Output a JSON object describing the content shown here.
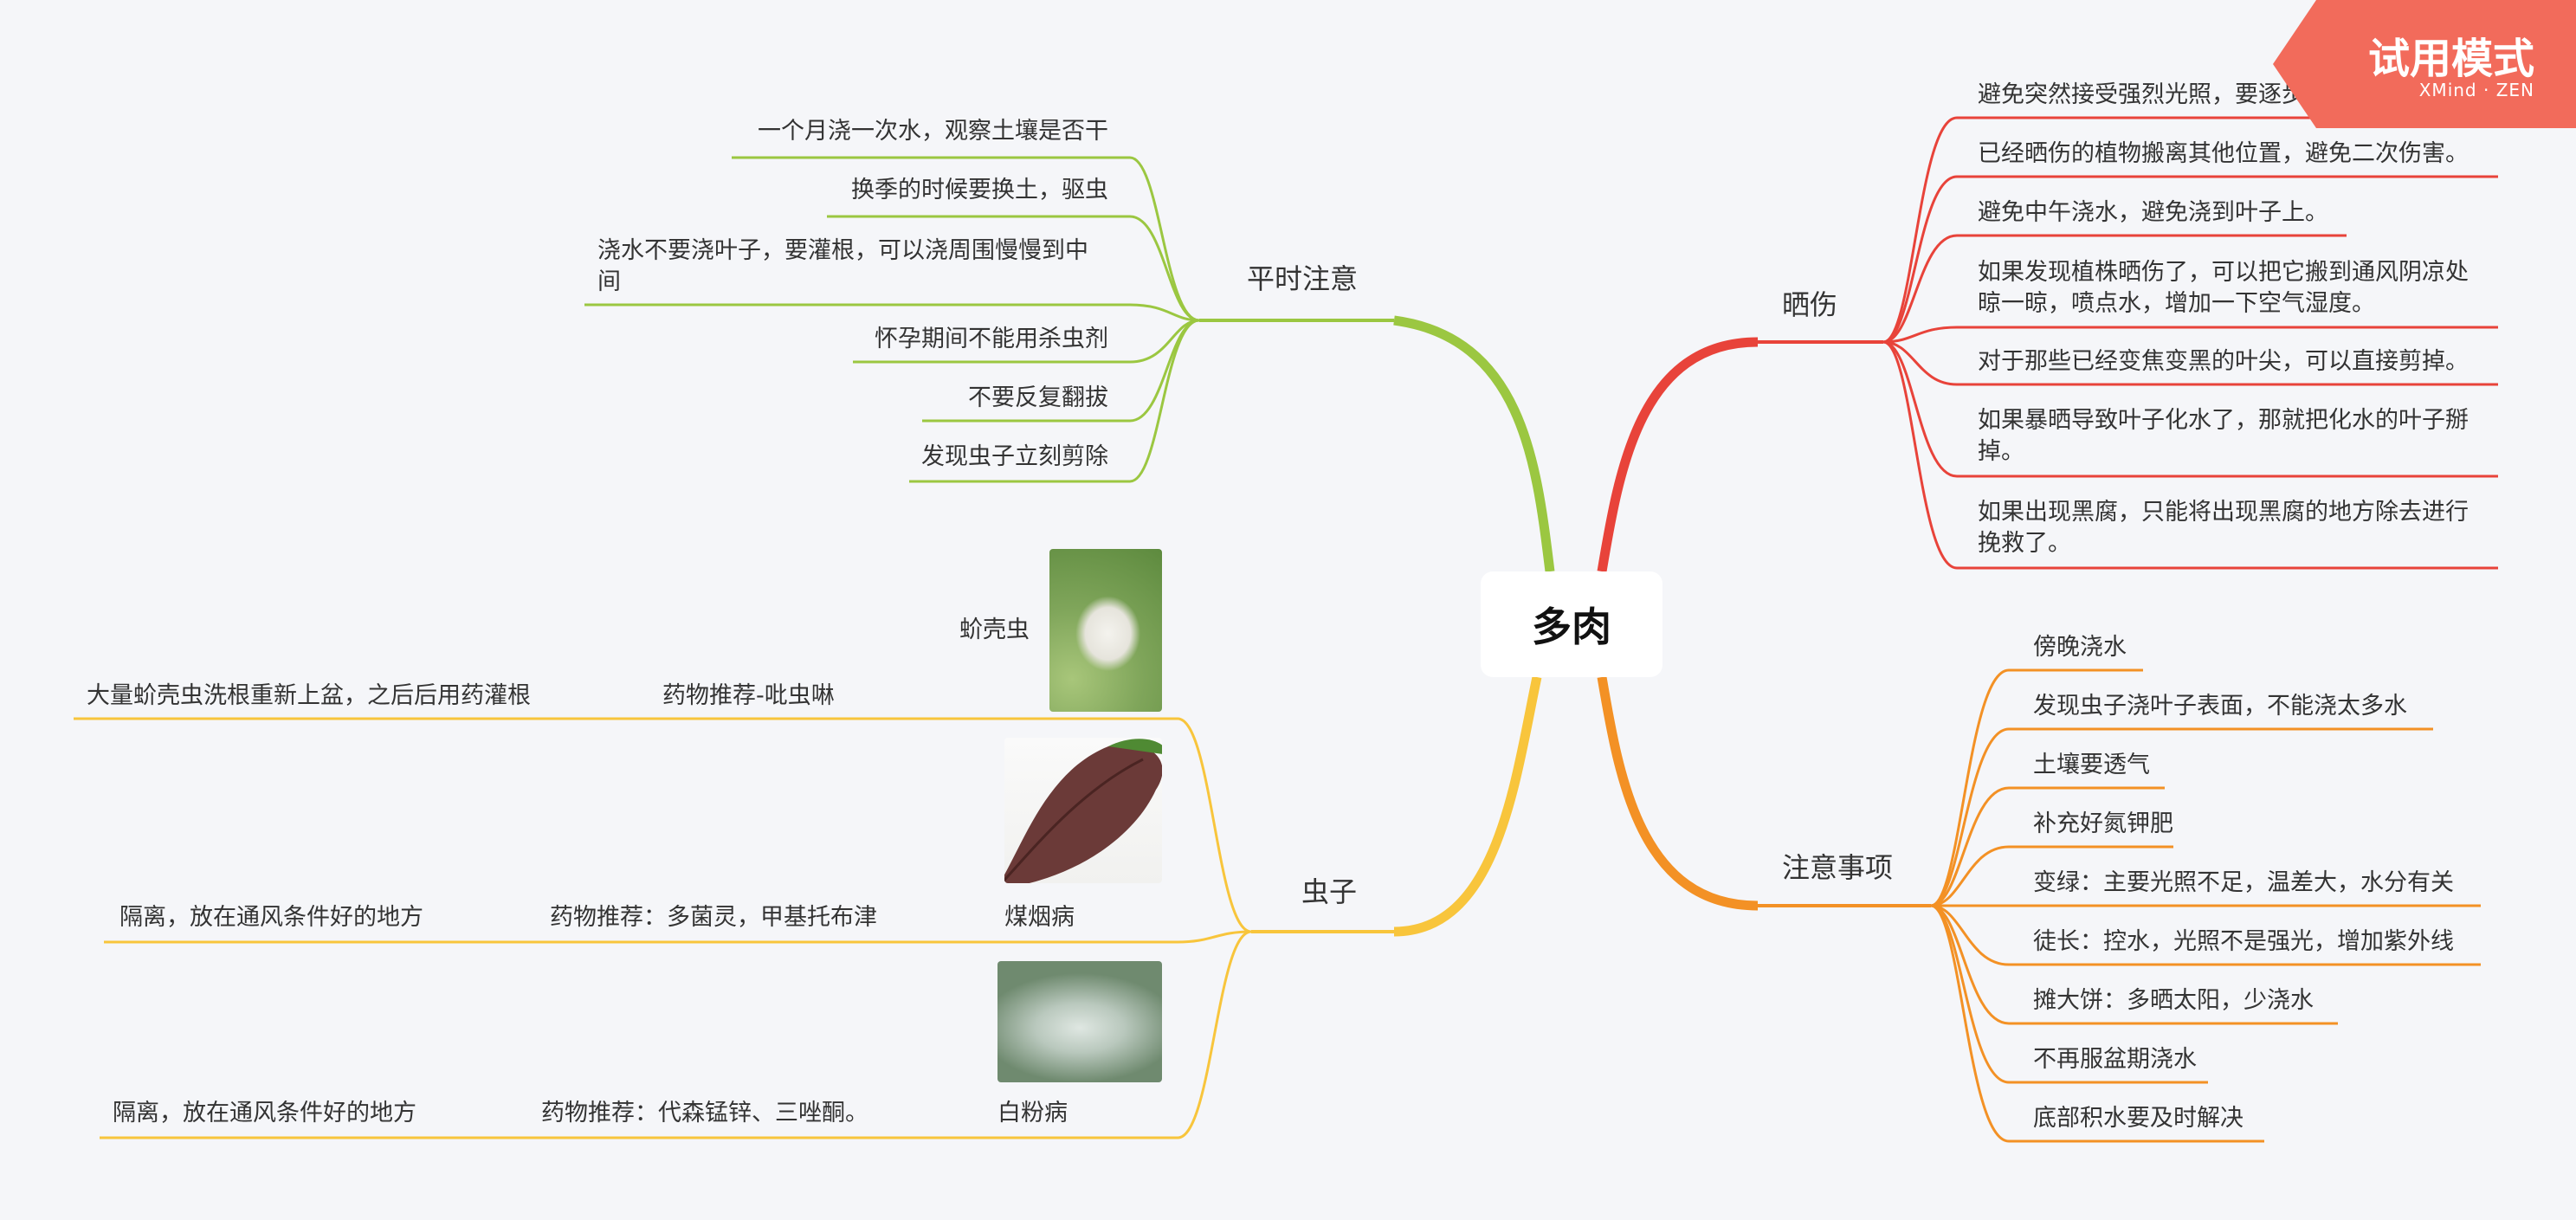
{
  "center": "多肉",
  "colors": {
    "branch_daily": "#9bc741",
    "branch_sunburn": "#e8433a",
    "branch_notes": "#f39125",
    "branch_bugs": "#f8c53c",
    "watermark": "#f26b5b"
  },
  "branches": {
    "daily": {
      "label": "平时注意",
      "items": [
        "一个月浇一次水，观察土壤是否干",
        "换季的时候要换土，驱虫",
        "浇水不要浇叶子，要灌根，可以浇周围慢慢到中",
        "间",
        "怀孕期间不能用杀虫剂",
        "不要反复翻拔",
        "发现虫子立刻剪除"
      ]
    },
    "sunburn": {
      "label": "晒伤",
      "items": [
        "避免突然接受强烈光照，要逐步增加光照",
        "已经晒伤的植物搬离其他位置，避免二次伤害。",
        "避免中午浇水，避免浇到叶子上。",
        "如果发现植株晒伤了，可以把它搬到通风阴凉处",
        "晾一晾，喷点水，增加一下空气湿度。",
        "对于那些已经变焦变黑的叶尖，可以直接剪掉。",
        "如果暴晒导致叶子化水了，那就把化水的叶子掰",
        "掉。",
        "如果出现黑腐，只能将出现黑腐的地方除去进行",
        "挽救了。"
      ]
    },
    "notes": {
      "label": "注意事项",
      "items": [
        "傍晚浇水",
        "发现虫子浇叶子表面，不能浇太多水",
        "土壤要透气",
        "补充好氮钾肥",
        "变绿：主要光照不足，温差大，水分有关",
        "徒长：控水，光照不是强光，增加紫外线",
        "摊大饼：多晒太阳，少浇水",
        "不再服盆期浇水",
        "底部积水要及时解决"
      ]
    },
    "bugs": {
      "label": "虫子",
      "items": [
        {
          "name": "蚧壳虫",
          "medicine": "药物推荐-吡虫啉",
          "action": "大量蚧壳虫洗根重新上盆，之后后用药灌根"
        },
        {
          "name": "煤烟病",
          "medicine": "药物推荐：多菌灵，甲基托布津",
          "action": "隔离，放在通风条件好的地方"
        },
        {
          "name": "白粉病",
          "medicine": "药物推荐：代森锰锌、三唑酮。",
          "action": "隔离，放在通风条件好的地方"
        }
      ]
    }
  },
  "watermark": {
    "title": "试用模式",
    "brand": "XMind · ZEN"
  }
}
